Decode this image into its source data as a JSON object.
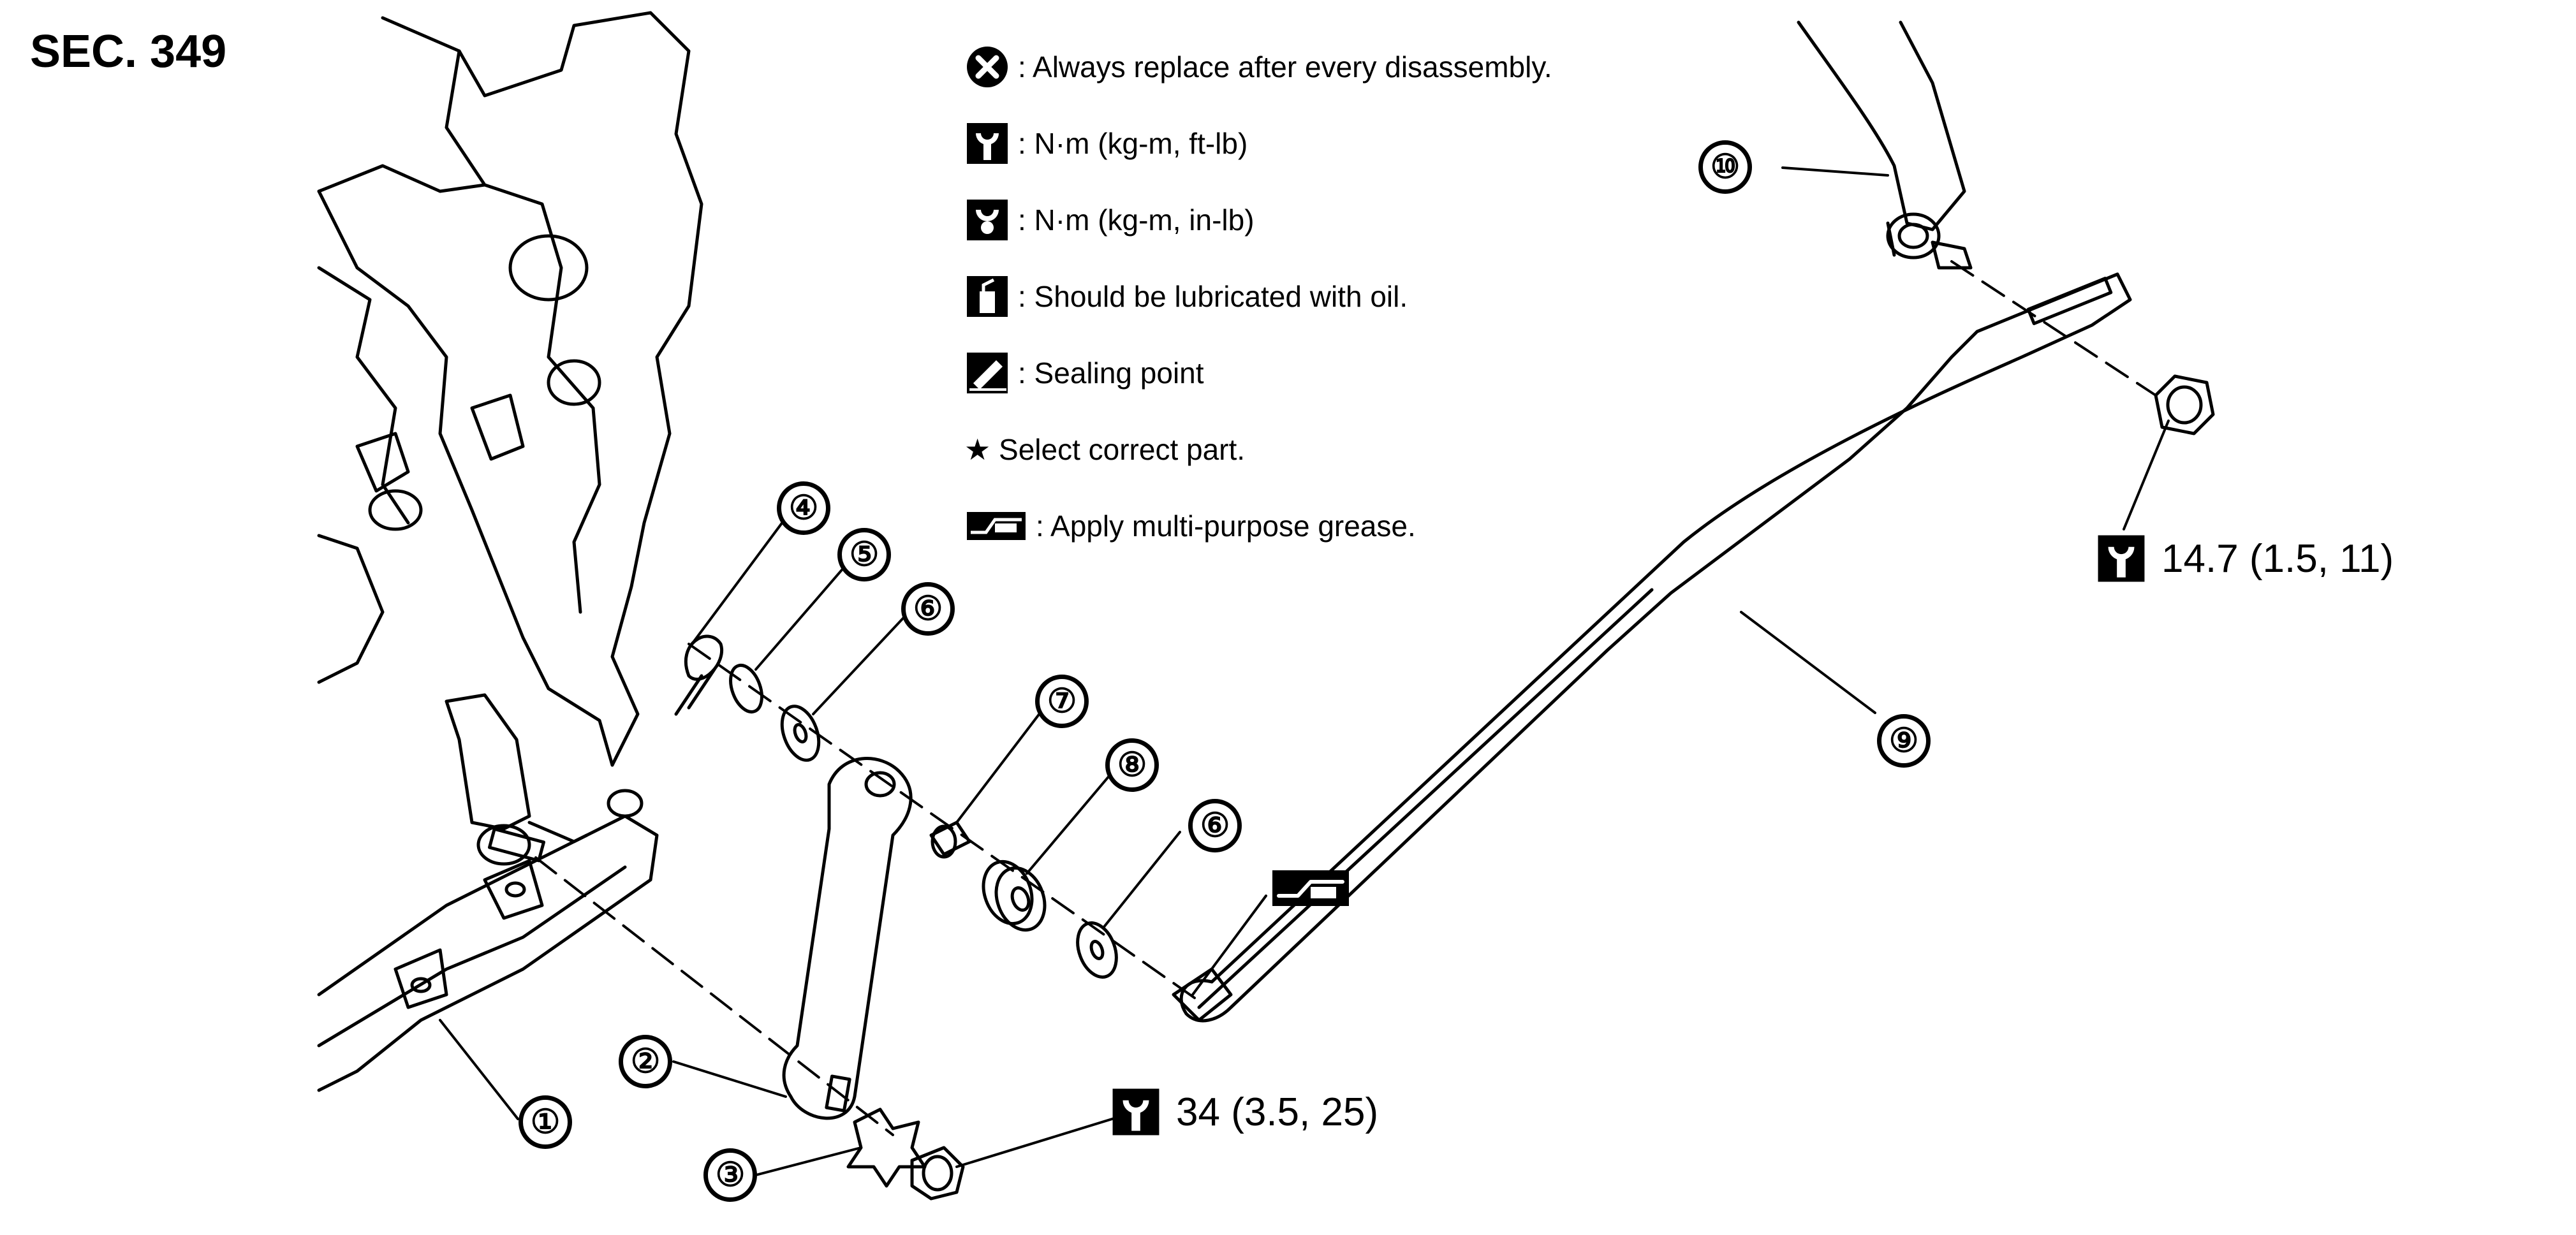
{
  "section_label": "SEC. 349",
  "legend": [
    {
      "icon": "x-circle-icon",
      "text": ": Always replace after every disassembly."
    },
    {
      "icon": "torque-wrench-icon",
      "text": ": N·m (kg-m, ft-lb)"
    },
    {
      "icon": "torque-wrench-inlb-icon",
      "text": ": N·m (kg-m, in-lb)"
    },
    {
      "icon": "oil-can-icon",
      "text": ": Should be lubricated with oil."
    },
    {
      "icon": "sealing-icon",
      "text": ": Sealing point"
    },
    {
      "icon": "star-icon",
      "text": "★ Select correct part."
    },
    {
      "icon": "grease-gun-icon",
      "text": ": Apply multi-purpose grease."
    }
  ],
  "torques": [
    {
      "icon": "torque-wrench-icon",
      "value": "14.7 (1.5, 11)"
    },
    {
      "icon": "torque-wrench-icon",
      "value": "34 (3.5, 25)"
    }
  ],
  "callouts": [
    "①",
    "②",
    "③",
    "④",
    "⑤",
    "⑥",
    "⑦",
    "⑧",
    "⑨",
    "⑩",
    "⑥"
  ]
}
